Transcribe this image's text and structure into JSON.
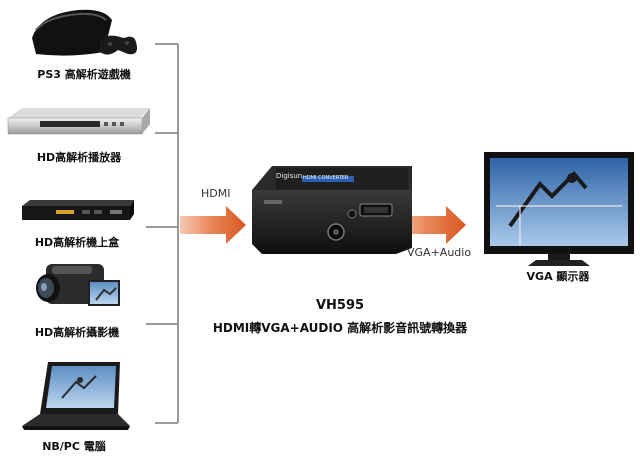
{
  "sources": [
    {
      "label": "PS3 高解析遊戲機",
      "icon": "game-console-icon"
    },
    {
      "label": "HD高解析播放器",
      "icon": "media-player-icon"
    },
    {
      "label": "HD高解析機上盒",
      "icon": "set-top-box-icon"
    },
    {
      "label": "HD高解析攝影機",
      "icon": "camcorder-icon"
    },
    {
      "label": "NB/PC 電腦",
      "icon": "laptop-icon"
    }
  ],
  "connections": {
    "input_label": "HDMI",
    "output_label": "VGA+Audio"
  },
  "converter": {
    "model": "VH595",
    "description": "HDMI轉VGA+AUDIO 高解析影音訊號轉換器",
    "brand_mark": "Digisun",
    "panel_text": "HDMI CONVERTER"
  },
  "display": {
    "label": "VGA 顯示器",
    "icon": "vga-monitor-icon"
  },
  "colors": {
    "arrow": "#e0612a",
    "bracket": "#9a9a9a",
    "device_dark": "#1c1c1c"
  }
}
